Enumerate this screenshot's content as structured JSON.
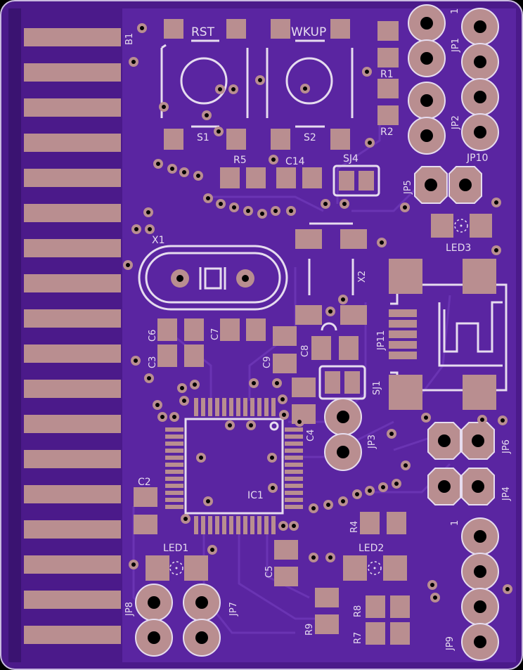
{
  "board": {
    "colors": {
      "background": "#000000",
      "board": "#4b1a8a",
      "board_edge": "#3a1371",
      "copper_pour": "#5a25a1",
      "pad": "#b98e90",
      "silk": "#e6dcef",
      "drill": "#000000"
    },
    "labels": {
      "rst": "RST",
      "wkup": "WKUP",
      "s1": "S1",
      "s2": "S2",
      "b1": "B1",
      "r1": "R1",
      "r2": "R2",
      "r4": "R4",
      "r5": "R5",
      "r7": "R7",
      "r8": "R8",
      "r9": "R9",
      "c2": "C2",
      "c3": "C3",
      "c4": "C4",
      "c5": "C5",
      "c6": "C6",
      "c7": "C7",
      "c8": "C8",
      "c9": "C9",
      "c14": "C14",
      "x1": "X1",
      "x2": "X2",
      "ic1": "IC1",
      "sj1": "SJ1",
      "sj4": "SJ4",
      "led1": "LED1",
      "led2": "LED2",
      "led3": "LED3",
      "jp1": "JP1",
      "jp2": "JP2",
      "jp3": "JP3",
      "jp4": "JP4",
      "jp5": "JP5",
      "jp6": "JP6",
      "jp7": "JP7",
      "jp8": "JP8",
      "jp9": "JP9",
      "jp10": "JP10",
      "jp11": "JP11",
      "pin1_top": "1",
      "pin1_jp9": "1"
    }
  }
}
